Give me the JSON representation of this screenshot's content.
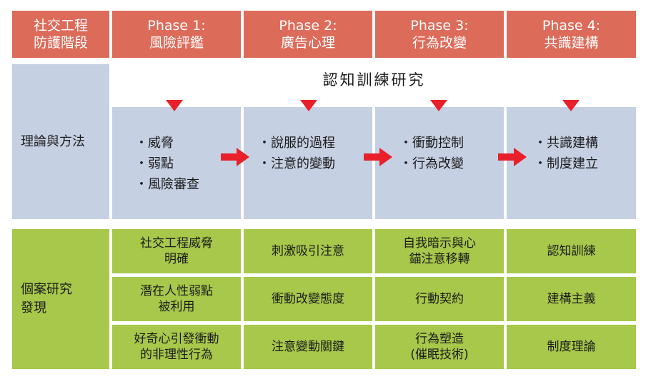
{
  "header": {
    "stage_label": [
      "社交工程",
      "防護階段"
    ],
    "phases": [
      {
        "num": "Phase 1:",
        "name": "風險評鑑"
      },
      {
        "num": "Phase 2:",
        "name": "廣告心理"
      },
      {
        "num": "Phase 3:",
        "name": "行為改變"
      },
      {
        "num": "Phase 4:",
        "name": "共識建構"
      }
    ]
  },
  "theory": {
    "label": "理論與方法",
    "banner": "認知訓練研究",
    "columns": [
      [
        "威脅",
        "弱點",
        "風險審查"
      ],
      [
        "說服的過程",
        "注意的變動"
      ],
      [
        "衝動控制",
        "行為改變"
      ],
      [
        "共識建構",
        "制度建立"
      ]
    ]
  },
  "cases": {
    "label": [
      "個案研究",
      "發現"
    ],
    "rows": [
      [
        [
          "社交工程威脅",
          "明確"
        ],
        [
          "刺激吸引注意"
        ],
        [
          "自我暗示與心",
          "錨注意移轉"
        ],
        [
          "認知訓練"
        ]
      ],
      [
        [
          "潛在人性弱點",
          "被利用"
        ],
        [
          "衝動改變態度"
        ],
        [
          "行動契約"
        ],
        [
          "建構主義"
        ]
      ],
      [
        [
          "好奇心引發衝動",
          "的非理性行為"
        ],
        [
          "注意變動關鍵"
        ],
        [
          "行為塑造",
          "(催眠技術)"
        ],
        [
          "制度理論"
        ]
      ]
    ]
  },
  "colors": {
    "header": "#dd6b5a",
    "blue": "#c6d0e3",
    "green": "#a7c84a",
    "arrow": "#e8202a"
  }
}
